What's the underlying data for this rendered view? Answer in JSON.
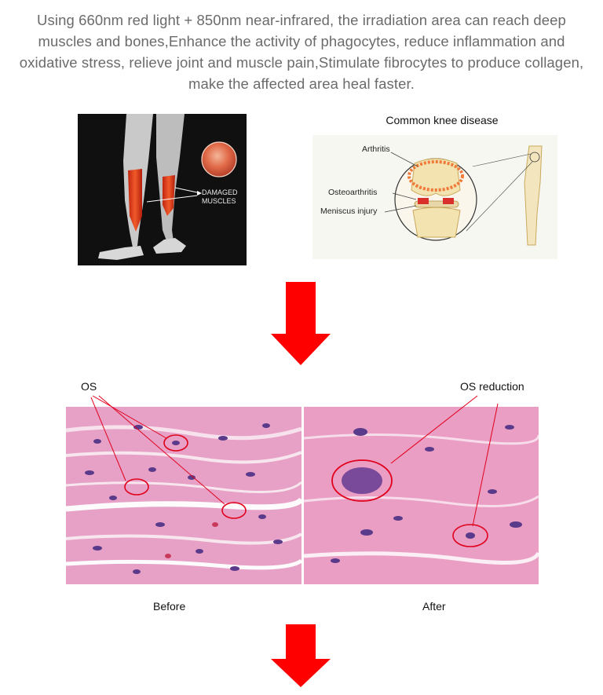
{
  "intro_text": "Using 660nm red light + 850nm near-infrared, the irradiation area can reach deep muscles and bones,Enhance the activity of phagocytes, reduce inflammation and oxidative stress, relieve joint and muscle pain,Stimulate fibrocytes to produce collagen, make the affected area heal faster.",
  "muscle_figure": {
    "label_line1": "DAMAGED",
    "label_line2": "MUSCLES"
  },
  "knee_figure": {
    "title": "Common knee disease",
    "labels": {
      "arthritis": "Arthritis",
      "osteoarthritis": "Osteoarthritis",
      "meniscus": "Meniscus injury"
    }
  },
  "comparison": {
    "before_marker": "OS",
    "after_marker": "OS reduction",
    "before_caption": "Before",
    "after_caption": "After"
  },
  "colors": {
    "arrow": "#fe0000",
    "tissue_pink": "#e9a3c8",
    "annotation": "#e0001b"
  },
  "icons": {
    "arrow": "arrow-down-icon"
  }
}
